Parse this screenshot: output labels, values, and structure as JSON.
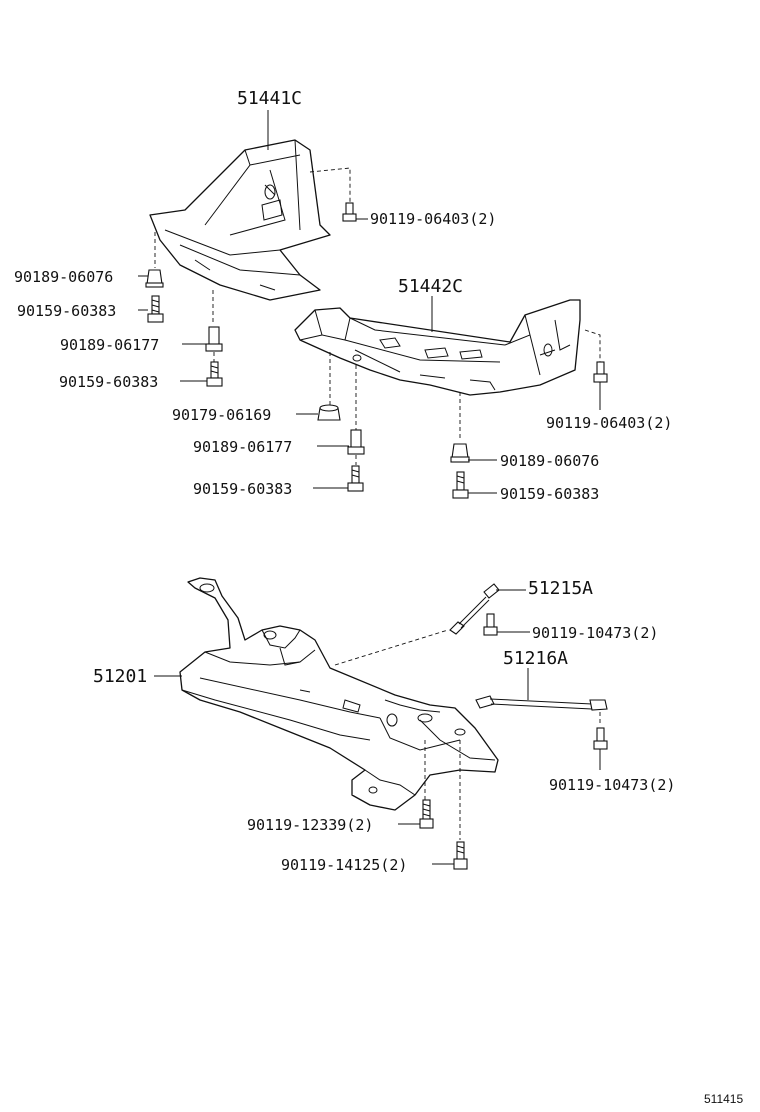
{
  "labels": {
    "p51441C": "51441C",
    "p51442C": "51442C",
    "p51215A": "51215A",
    "p51216A": "51216A",
    "p51201": "51201",
    "b1": "90119-06403(2)",
    "b2": "90189-06076",
    "b3": "90159-60383",
    "b4": "90189-06177",
    "b5": "90159-60383",
    "b6": "90179-06169",
    "b7": "90189-06177",
    "b8": "90159-60383",
    "b9": "90119-06403(2)",
    "b10": "90189-06076",
    "b11": "90159-60383",
    "b12": "90119-10473(2)",
    "b13": "90119-10473(2)",
    "b14": "90119-12339(2)",
    "b15": "90119-14125(2)"
  },
  "figure_code": "511415"
}
